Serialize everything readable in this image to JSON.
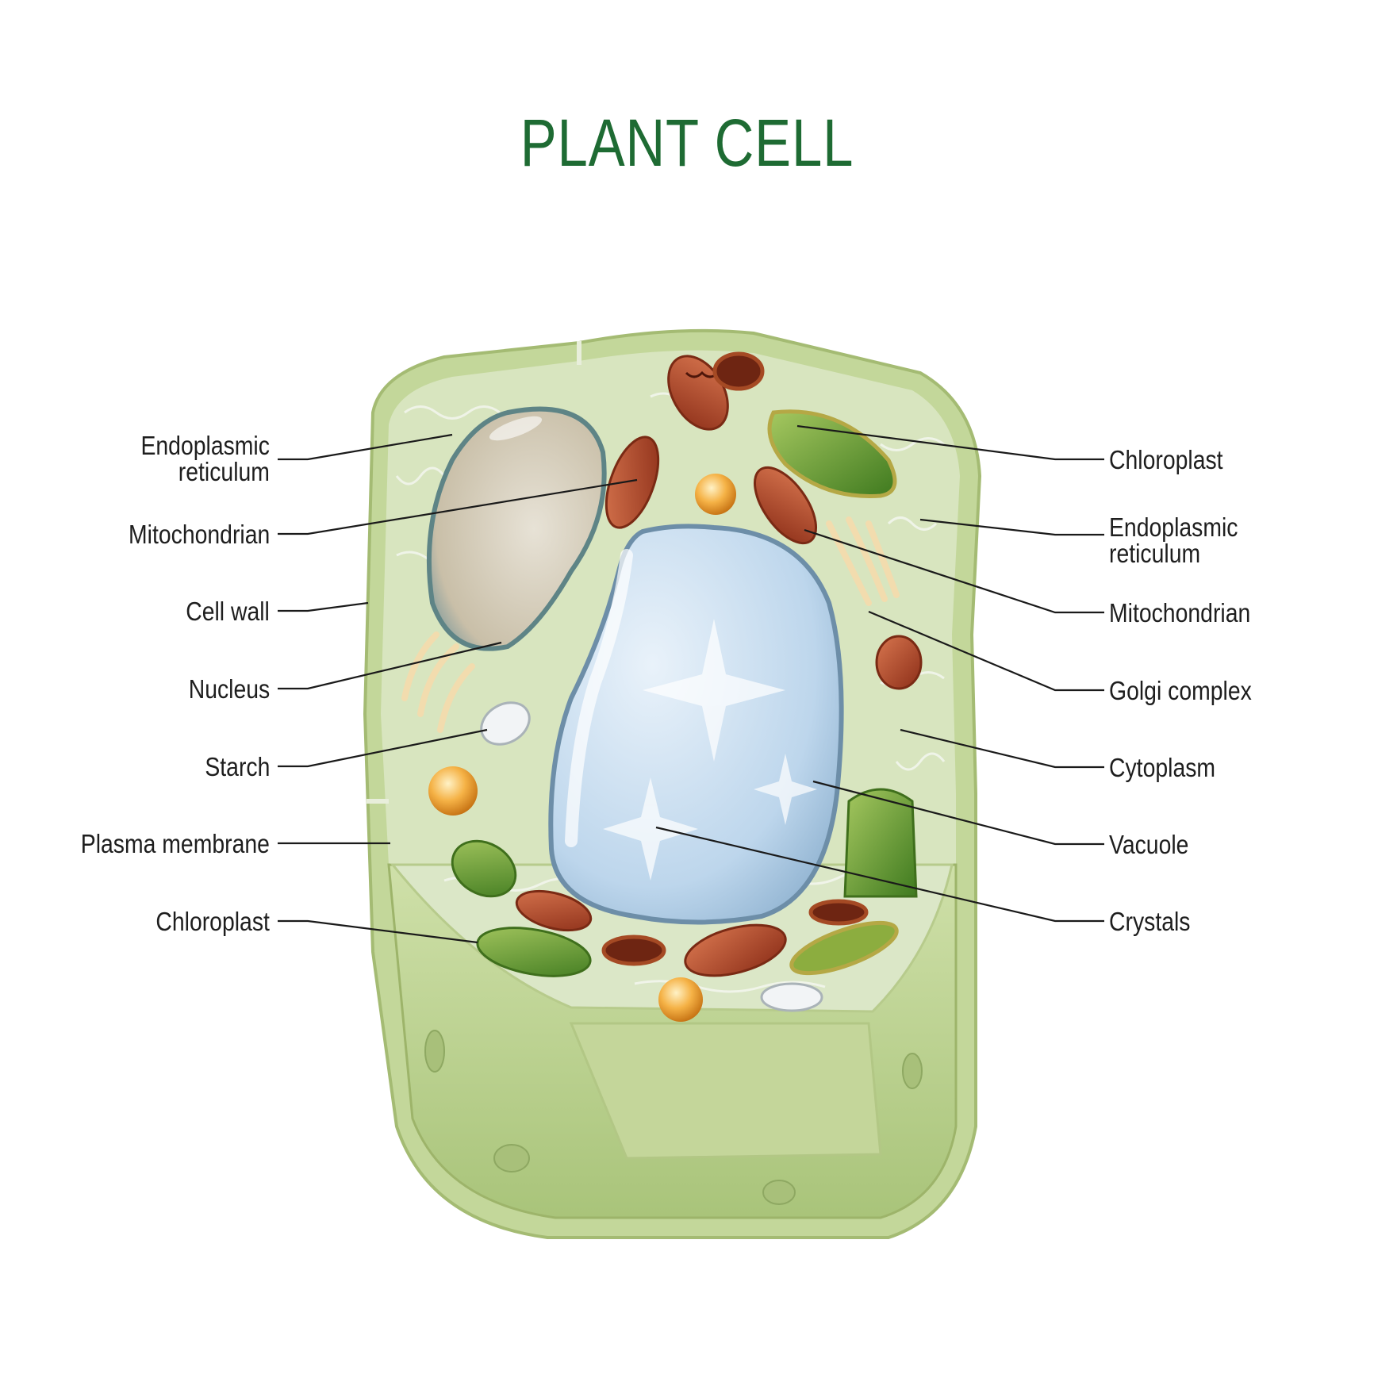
{
  "title": "PLANT CELL",
  "colors": {
    "title": "#1e6b33",
    "cell_wall": "#b9cf8e",
    "cytoplasm": "#d6e3bd",
    "vacuole": "#c5dcef",
    "nucleus": "#c8c2ad",
    "mitochondrion": "#b24a2a",
    "chloroplast": "#6e9a2e",
    "golgi": "#f3dfb3",
    "starch": "#eef1f3",
    "lysosome": "#f0a030",
    "leader_line": "#1a1a1a"
  },
  "labels": {
    "left": [
      {
        "id": "er-left",
        "line1": "Endoplasmic",
        "line2": "reticulum"
      },
      {
        "id": "mito-left",
        "line1": "Mitochondrian",
        "line2": ""
      },
      {
        "id": "cellwall",
        "line1": "Cell wall",
        "line2": ""
      },
      {
        "id": "nucleus",
        "line1": "Nucleus",
        "line2": ""
      },
      {
        "id": "starch",
        "line1": "Starch",
        "line2": ""
      },
      {
        "id": "plasma",
        "line1": "Plasma membrane",
        "line2": ""
      },
      {
        "id": "chloro-left",
        "line1": "Chloroplast",
        "line2": ""
      }
    ],
    "right": [
      {
        "id": "chloro-right",
        "line1": "Chloroplast",
        "line2": ""
      },
      {
        "id": "er-right",
        "line1": "Endoplasmic",
        "line2": "reticulum"
      },
      {
        "id": "mito-right",
        "line1": "Mitochondrian",
        "line2": ""
      },
      {
        "id": "golgi",
        "line1": "Golgi complex",
        "line2": ""
      },
      {
        "id": "cytoplasm",
        "line1": "Cytoplasm",
        "line2": ""
      },
      {
        "id": "vacuole",
        "line1": "Vacuole",
        "line2": ""
      },
      {
        "id": "crystals",
        "line1": "Crystals",
        "line2": ""
      }
    ]
  }
}
